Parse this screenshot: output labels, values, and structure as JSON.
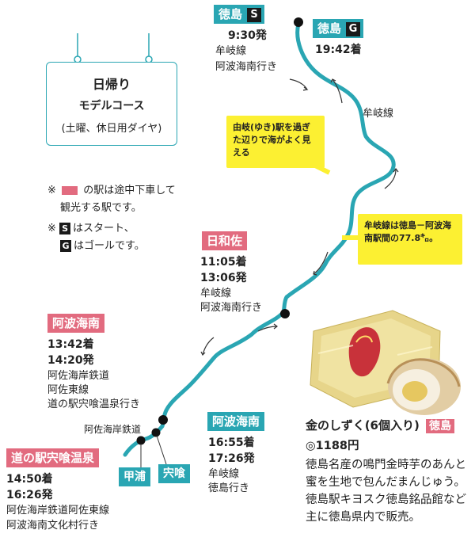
{
  "board": {
    "title": "日帰り",
    "subtitle": "モデルコース",
    "note": "(土曜、休日用ダイヤ)"
  },
  "legend": {
    "line1_mark": "※",
    "line1_text": "の駅は途中下車して",
    "line2_text": "観光する駅です。",
    "line3_mark": "※",
    "line3_badge": "S",
    "line3_text": "はスタート、",
    "line4_badge": "G",
    "line4_text": "はゴールです。"
  },
  "start": {
    "name": "徳島",
    "badge": "S",
    "time": "9:30発",
    "line": "牟岐線",
    "direction": "阿波海南行き"
  },
  "goal": {
    "name": "徳島",
    "badge": "G",
    "time": "19:42着"
  },
  "route_label": "牟岐線",
  "notes": {
    "sea_view": "由岐(ゆき)駅を過ぎた辺りで海がよく見える",
    "distance": "牟岐線は徳島－阿波海南駅間の77.8㌔。"
  },
  "hiwasa": {
    "name": "日和佐",
    "arrive": "11:05着",
    "depart": "13:06発",
    "line": "牟岐線",
    "direction": "阿波海南行き"
  },
  "awakainan_out": {
    "name": "阿波海南",
    "arrive": "13:42着",
    "depart": "14:20発",
    "line1": "阿佐海岸鉄道",
    "line2": "阿佐東線",
    "direction": "道の駅宍喰温泉行き"
  },
  "asa_label": "阿佐海岸鉄道",
  "awakainan_back": {
    "name": "阿波海南",
    "arrive": "16:55着",
    "depart": "17:26発",
    "line": "牟岐線",
    "direction": "徳島行き"
  },
  "michinoeki": {
    "name": "道の駅宍喰温泉",
    "arrive": "14:50着",
    "depart": "16:26発",
    "line": "阿佐海岸鉄道阿佐東線",
    "direction": "阿波海南文化村行き"
  },
  "small_stations": {
    "kannoura": "甲浦",
    "shishikui": "宍喰"
  },
  "product": {
    "name": "金のしずく(6個入り)",
    "shop": "徳島",
    "price": "◎1188円",
    "description": "徳島名産の鳴門金時芋のあんと蜜を生地で包んだまんじゅう。徳島駅キヨスク徳島銘品館など主に徳島県内で販売。"
  },
  "colors": {
    "route": "#2aa6b3",
    "tour_station": "#e26b7f",
    "note": "#fcf032"
  }
}
